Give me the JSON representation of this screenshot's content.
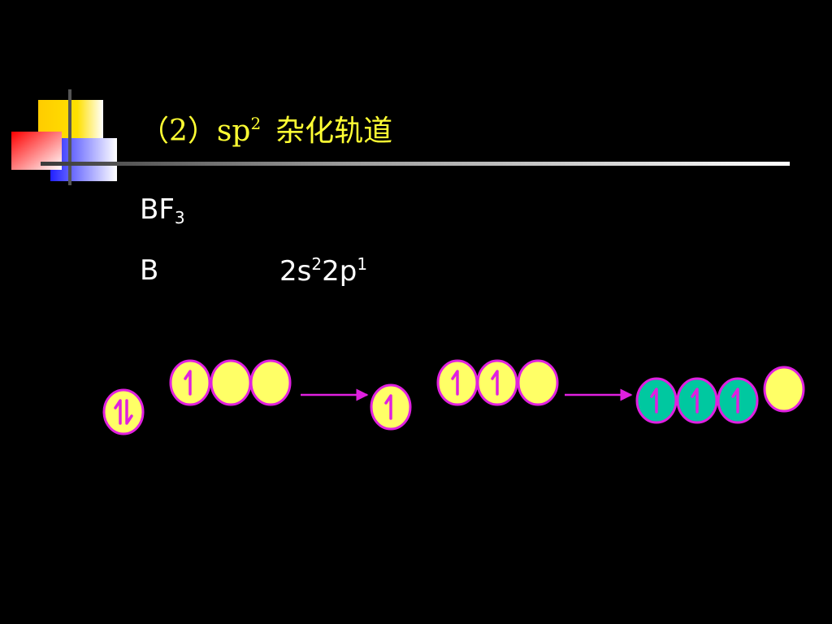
{
  "title": {
    "prefix": "（2）sp",
    "sup": "2",
    "suffix": "杂化轨道"
  },
  "molecule": {
    "base": "BF",
    "sub": "3"
  },
  "element": {
    "symbol": "B",
    "config_part1": "2s",
    "config_sup1": "2",
    "config_part2": "2p",
    "config_sup2": "1"
  },
  "colors": {
    "orbital_fill": "#FFFF66",
    "orbital_stroke": "#E020E0",
    "hybrid_fill": "#00C8A0",
    "arrow": "#E020E0",
    "electron": "#E020E0",
    "title": "#FFFF33"
  },
  "orbitals": {
    "ground_s": {
      "electrons": "up-down",
      "hybrid": false
    },
    "ground_p": [
      {
        "electrons": "up"
      },
      {
        "electrons": "none"
      },
      {
        "electrons": "none"
      }
    ],
    "excited_s": {
      "electrons": "up",
      "hybrid": false
    },
    "excited_p": [
      {
        "electrons": "up"
      },
      {
        "electrons": "up"
      },
      {
        "electrons": "none"
      }
    ],
    "hybrid_sp2": [
      {
        "electrons": "up"
      },
      {
        "electrons": "up"
      },
      {
        "electrons": "up"
      }
    ],
    "remaining_p": {
      "electrons": "none"
    }
  }
}
